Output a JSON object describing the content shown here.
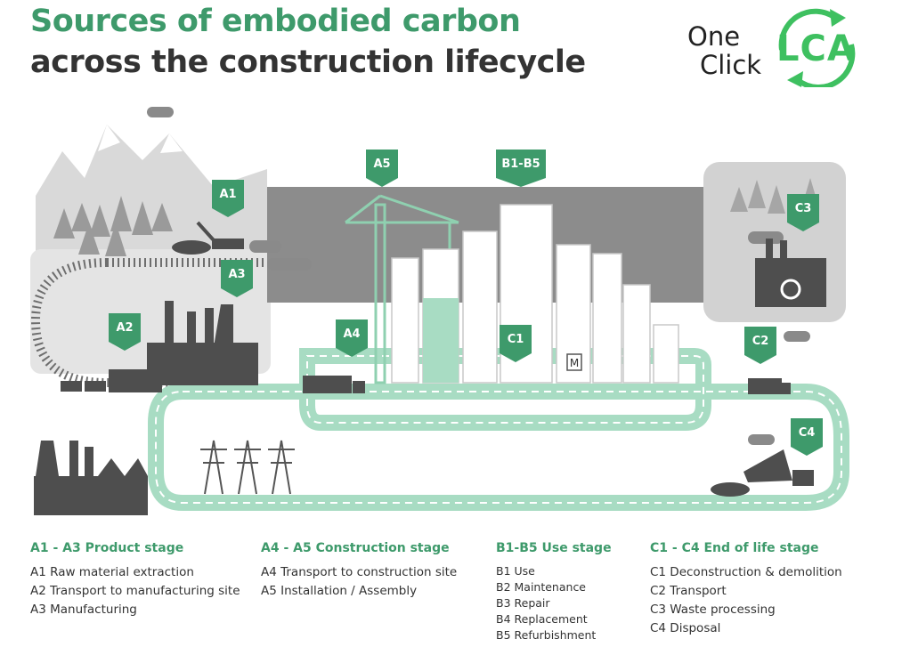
{
  "header": {
    "title_line1": "Sources of embodied carbon",
    "title_line2": "across the construction lifecycle"
  },
  "logo": {
    "word1": "One",
    "word2": "Click",
    "word3": "LCA"
  },
  "colors": {
    "green": "#3e9a6b",
    "dark": "#333333",
    "road": "#a8dcc3",
    "grey": "#d9d9d9"
  },
  "badges": [
    {
      "id": "A1",
      "label": "A1"
    },
    {
      "id": "A2",
      "label": "A2"
    },
    {
      "id": "A3",
      "label": "A3"
    },
    {
      "id": "A4",
      "label": "A4"
    },
    {
      "id": "A5",
      "label": "A5"
    },
    {
      "id": "B1-B5",
      "label": "B1-B5"
    },
    {
      "id": "C1",
      "label": "C1"
    },
    {
      "id": "C2",
      "label": "C2"
    },
    {
      "id": "C3",
      "label": "C3"
    },
    {
      "id": "C4",
      "label": "C4"
    }
  ],
  "scene_labels": {
    "metro_sign": "M"
  },
  "stages": [
    {
      "title": "A1 - A3 Product stage",
      "items": [
        "A1 Raw material extraction",
        "A2 Transport to manufacturing site",
        "A3 Manufacturing"
      ]
    },
    {
      "title": "A4 - A5 Construction stage",
      "items": [
        "A4 Transport to construction site",
        "A5 Installation / Assembly"
      ]
    },
    {
      "title": "B1-B5 Use stage",
      "items": [
        "B1 Use",
        "B2 Maintenance",
        "B3 Repair",
        "B4 Replacement",
        "B5 Refurbishment"
      ]
    },
    {
      "title": "C1 - C4 End of life stage",
      "items": [
        "C1 Deconstruction & demolition",
        "C2 Transport",
        "C3 Waste processing",
        "C4 Disposal"
      ]
    }
  ]
}
